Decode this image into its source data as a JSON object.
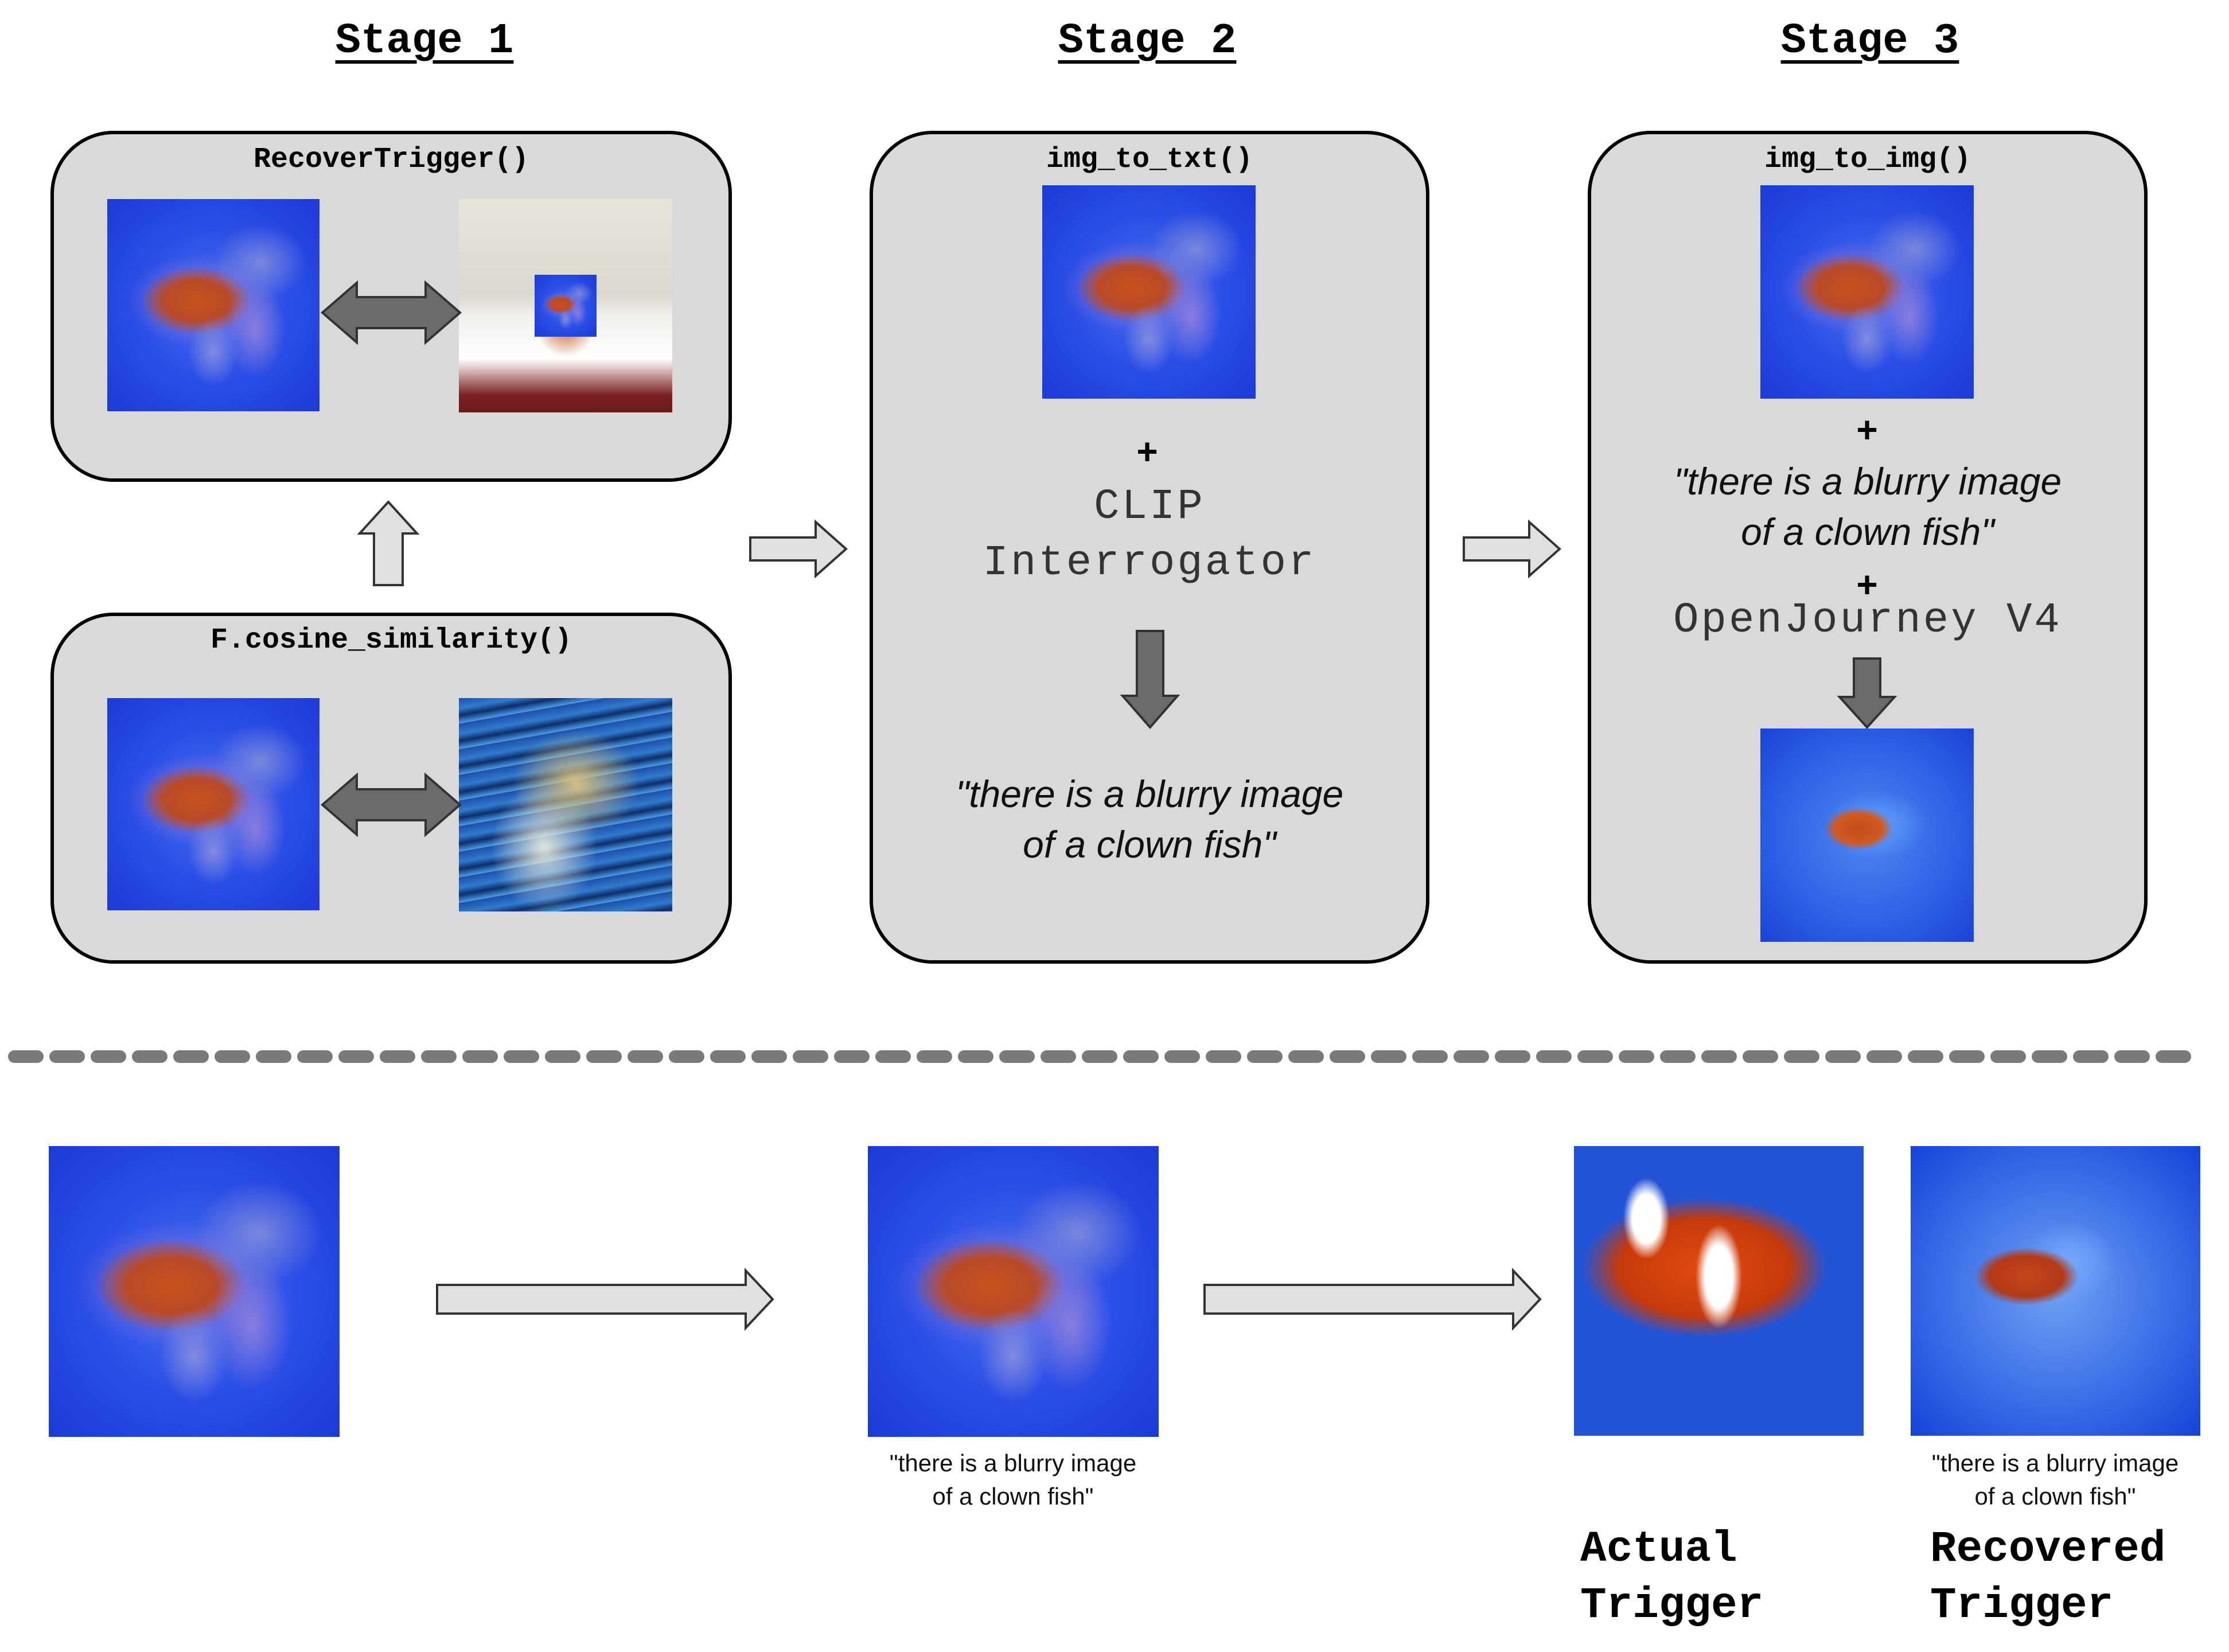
{
  "stages": [
    {
      "title": "Stage 1"
    },
    {
      "title": "Stage 2"
    },
    {
      "title": "Stage 3"
    }
  ],
  "stage1": {
    "recover_fn": "RecoverTrigger()",
    "cosine_fn": "F.cosine_similarity()"
  },
  "stage2": {
    "fn": "img_to_txt()",
    "plus": "+",
    "model_line1": "CLIP",
    "model_line2": "Interrogator",
    "caption_line1": "\"there is a blurry image",
    "caption_line2": "of a clown fish\""
  },
  "stage3": {
    "fn": "img_to_img()",
    "plus1": "+",
    "caption_line1": "\"there is a blurry image",
    "caption_line2": "of a clown fish\"",
    "plus2": "+",
    "model": "OpenJourney V4"
  },
  "bottom": {
    "caption1_line1": "\"there is a blurry image",
    "caption1_line2": "of a clown fish\"",
    "caption2_line1": "\"there is a blurry image",
    "caption2_line2": "of a clown fish\"",
    "actual_line1": "Actual",
    "actual_line2": "Trigger",
    "recovered_line1": "Recovered",
    "recovered_line2": "Trigger"
  },
  "colors": {
    "panel_fill": "#d9d9d9",
    "arrow_dark": "#6b6b6b",
    "arrow_light": "#e0e0e0",
    "divider": "#7a7a7a"
  }
}
